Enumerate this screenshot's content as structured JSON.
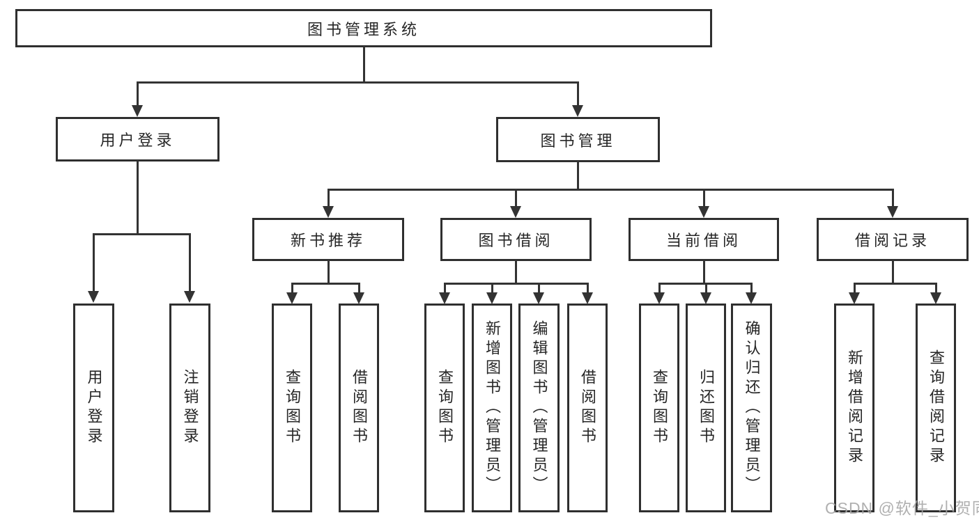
{
  "diagram": {
    "root": {
      "label": "图书管理系统"
    },
    "level2": [
      {
        "label": "用户登录"
      },
      {
        "label": "图书管理"
      }
    ],
    "level3": [
      {
        "label": "新书推荐"
      },
      {
        "label": "图书借阅"
      },
      {
        "label": "当前借阅"
      },
      {
        "label": "借阅记录"
      }
    ],
    "leaves": {
      "user_login": [
        "用户登录",
        "注销登录"
      ],
      "new_book_recommend": [
        "查询图书",
        "借阅图书"
      ],
      "book_borrow": [
        "查询图书",
        "新增图书（管理员）",
        "编辑图书（管理员）",
        "借阅图书"
      ],
      "current_borrow": [
        "查询图书",
        "归还图书",
        "确认归还（管理员）"
      ],
      "borrow_records": [
        "新增借阅记录",
        "查询借阅记录"
      ]
    }
  },
  "watermark": "CSDN @软件_小贺同学",
  "colors": {
    "line": "#333333",
    "border": "#2f2f2f",
    "text": "#262626",
    "watermark": "#a5a5a5",
    "background": "#ffffff"
  }
}
